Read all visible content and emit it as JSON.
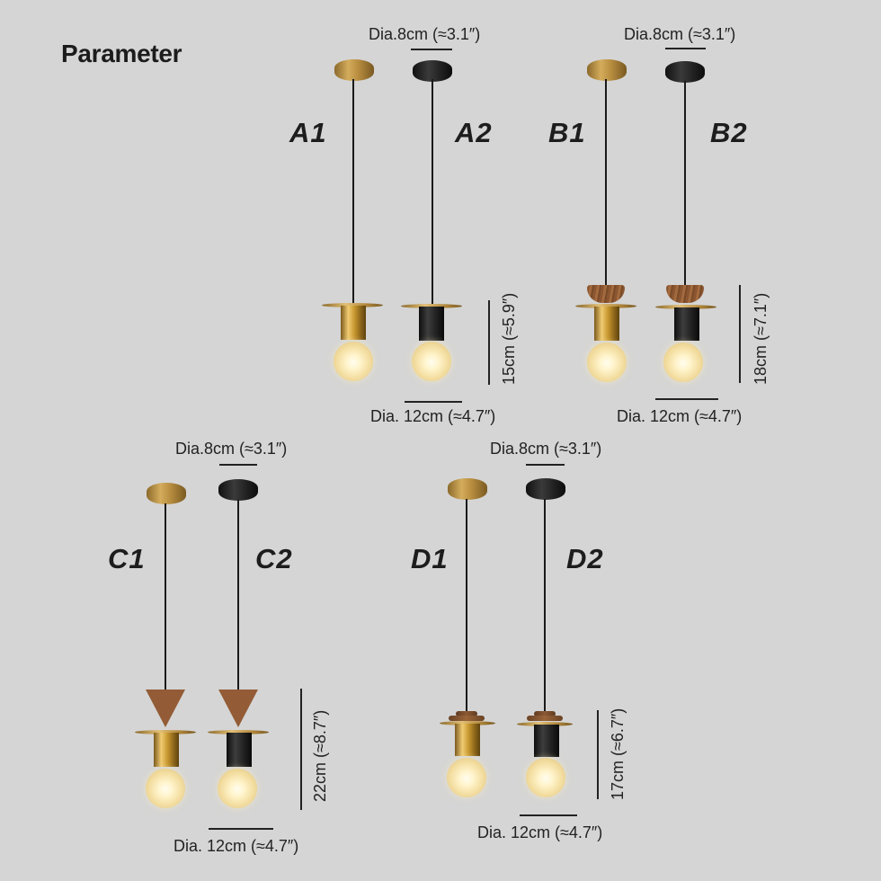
{
  "page": {
    "title": "Parameter",
    "background": "#d5d5d5"
  },
  "groups": [
    {
      "id": "A",
      "models": [
        "A1",
        "A2"
      ],
      "canopy_dia": "Dia.8cm (≈3.1″)",
      "shade_dia": "Dia. 12cm (≈4.7″)",
      "height": "15cm (≈5.9″)",
      "wood_top": "none"
    },
    {
      "id": "B",
      "models": [
        "B1",
        "B2"
      ],
      "canopy_dia": "Dia.8cm (≈3.1″)",
      "shade_dia": "Dia. 12cm (≈4.7″)",
      "height": "18cm (≈7.1″)",
      "wood_top": "cup"
    },
    {
      "id": "C",
      "models": [
        "C1",
        "C2"
      ],
      "canopy_dia": "Dia.8cm (≈3.1″)",
      "shade_dia": "Dia. 12cm (≈4.7″)",
      "height": "22cm (≈8.7″)",
      "wood_top": "cone"
    },
    {
      "id": "D",
      "models": [
        "D1",
        "D2"
      ],
      "canopy_dia": "Dia.8cm (≈3.1″)",
      "shade_dia": "Dia. 12cm (≈4.7″)",
      "height": "17cm (≈6.7″)",
      "wood_top": "stepped"
    }
  ],
  "finishes": {
    "1": "brass",
    "2": "black"
  },
  "colors": {
    "text": "#222222",
    "brass": "#c7972f",
    "black": "#1a1a1a",
    "wood": "#935c36",
    "bulb": "#fff4cc"
  }
}
